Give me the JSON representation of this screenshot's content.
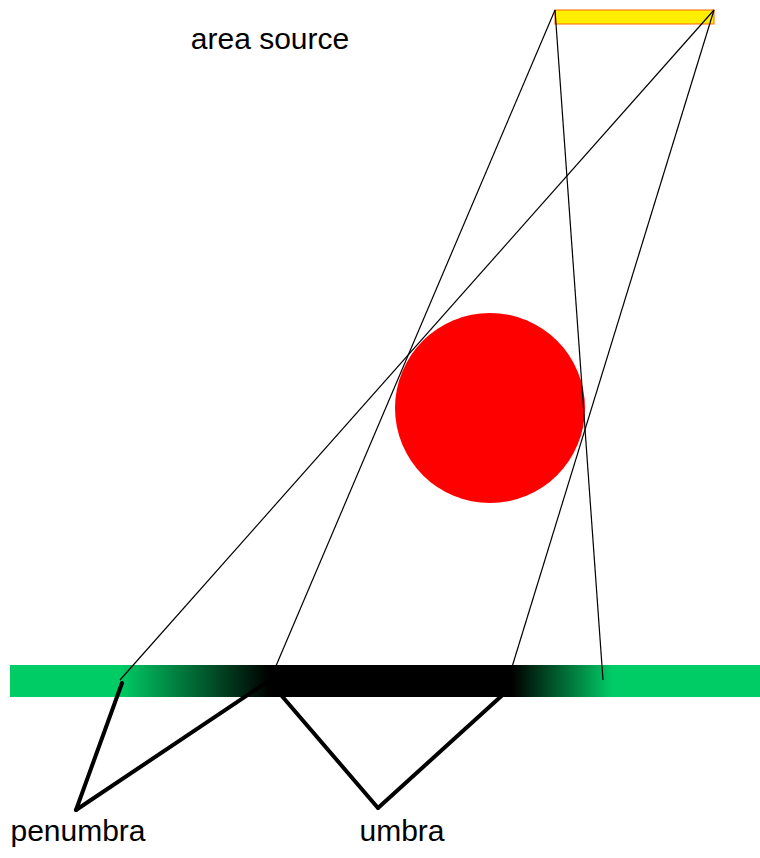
{
  "diagram": {
    "labels": [
      "area source",
      "penumbra",
      "umbra"
    ]
  }
}
